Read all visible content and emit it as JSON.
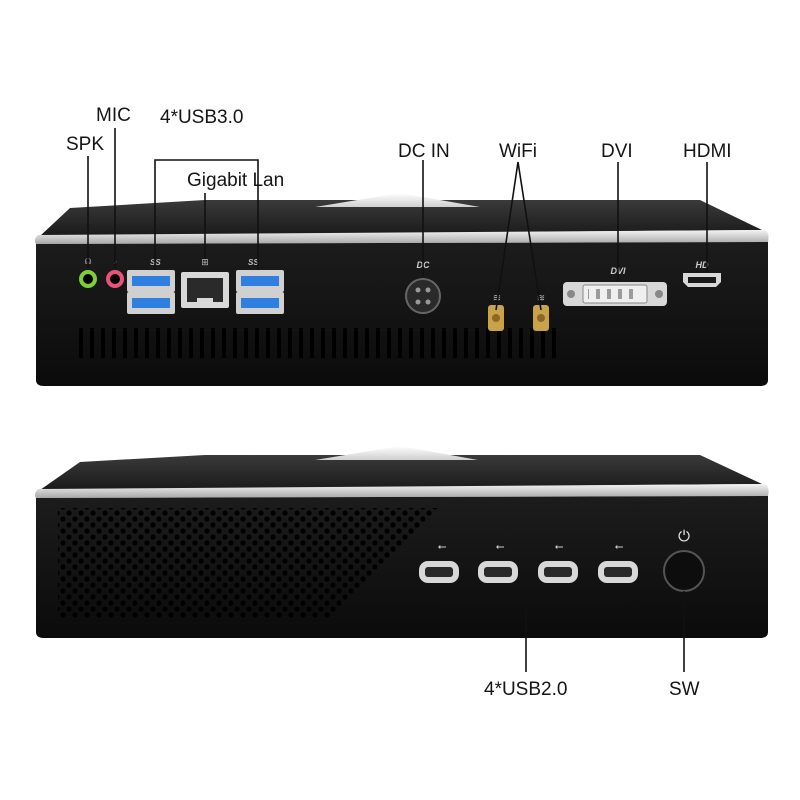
{
  "callouts": {
    "mic": "MIC",
    "spk": "SPK",
    "usb3": "4*USB3.0",
    "lan": "Gigabit Lan",
    "dc_in": "DC IN",
    "wifi": "WiFi",
    "dvi": "DVI",
    "hdmi": "HDMI",
    "usb2": "4*USB2.0",
    "sw": "SW"
  },
  "panel_marks": {
    "dc": "DC",
    "dvi": "DVI",
    "hd": "HD",
    "ss": "SS"
  },
  "colors": {
    "chassis": "#141414",
    "usb3_port": "#2f7fe0",
    "mic_jack": "#e6547a",
    "spk_jack": "#7ccf3a",
    "wifi_connector": "#c9a24a",
    "silver_bezel": "#e8e8e8"
  }
}
